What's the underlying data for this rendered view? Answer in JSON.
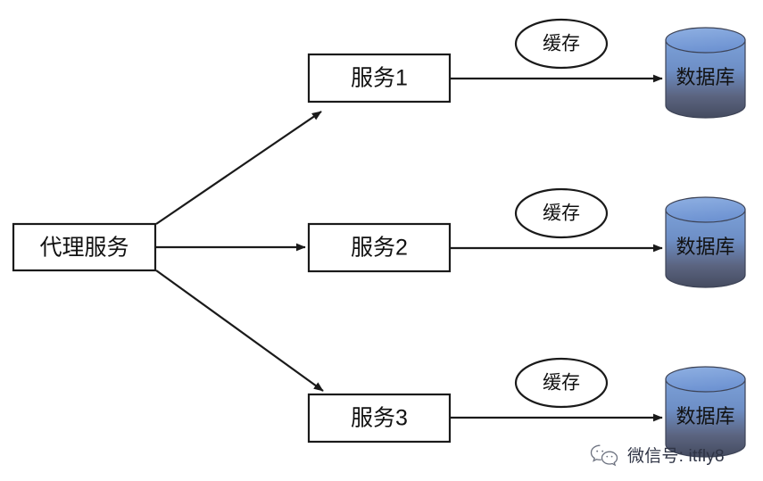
{
  "diagram": {
    "type": "architecture-diagram",
    "background_color": "#ffffff",
    "stroke_color": "#1a1a1a",
    "proxy": {
      "label": "代理服务",
      "shape": "rectangle"
    },
    "rows": [
      {
        "service": {
          "label": "服务1",
          "shape": "rectangle"
        },
        "cache": {
          "label": "缓存",
          "shape": "ellipse"
        },
        "database": {
          "label": "数据库",
          "shape": "cylinder"
        }
      },
      {
        "service": {
          "label": "服务2",
          "shape": "rectangle"
        },
        "cache": {
          "label": "缓存",
          "shape": "ellipse"
        },
        "database": {
          "label": "数据库",
          "shape": "cylinder"
        }
      },
      {
        "service": {
          "label": "服务3",
          "shape": "rectangle"
        },
        "cache": {
          "label": "缓存",
          "shape": "ellipse"
        },
        "database": {
          "label": "数据库",
          "shape": "cylinder"
        }
      }
    ],
    "database_colors": {
      "top": "#7fa3da",
      "upper": "#6f93cf",
      "lower": "#5b6480",
      "bottom": "#464d61"
    }
  },
  "watermark": {
    "icon": "wechat-icon",
    "text": "微信号: itfly8",
    "text_color": "#2f3445"
  }
}
